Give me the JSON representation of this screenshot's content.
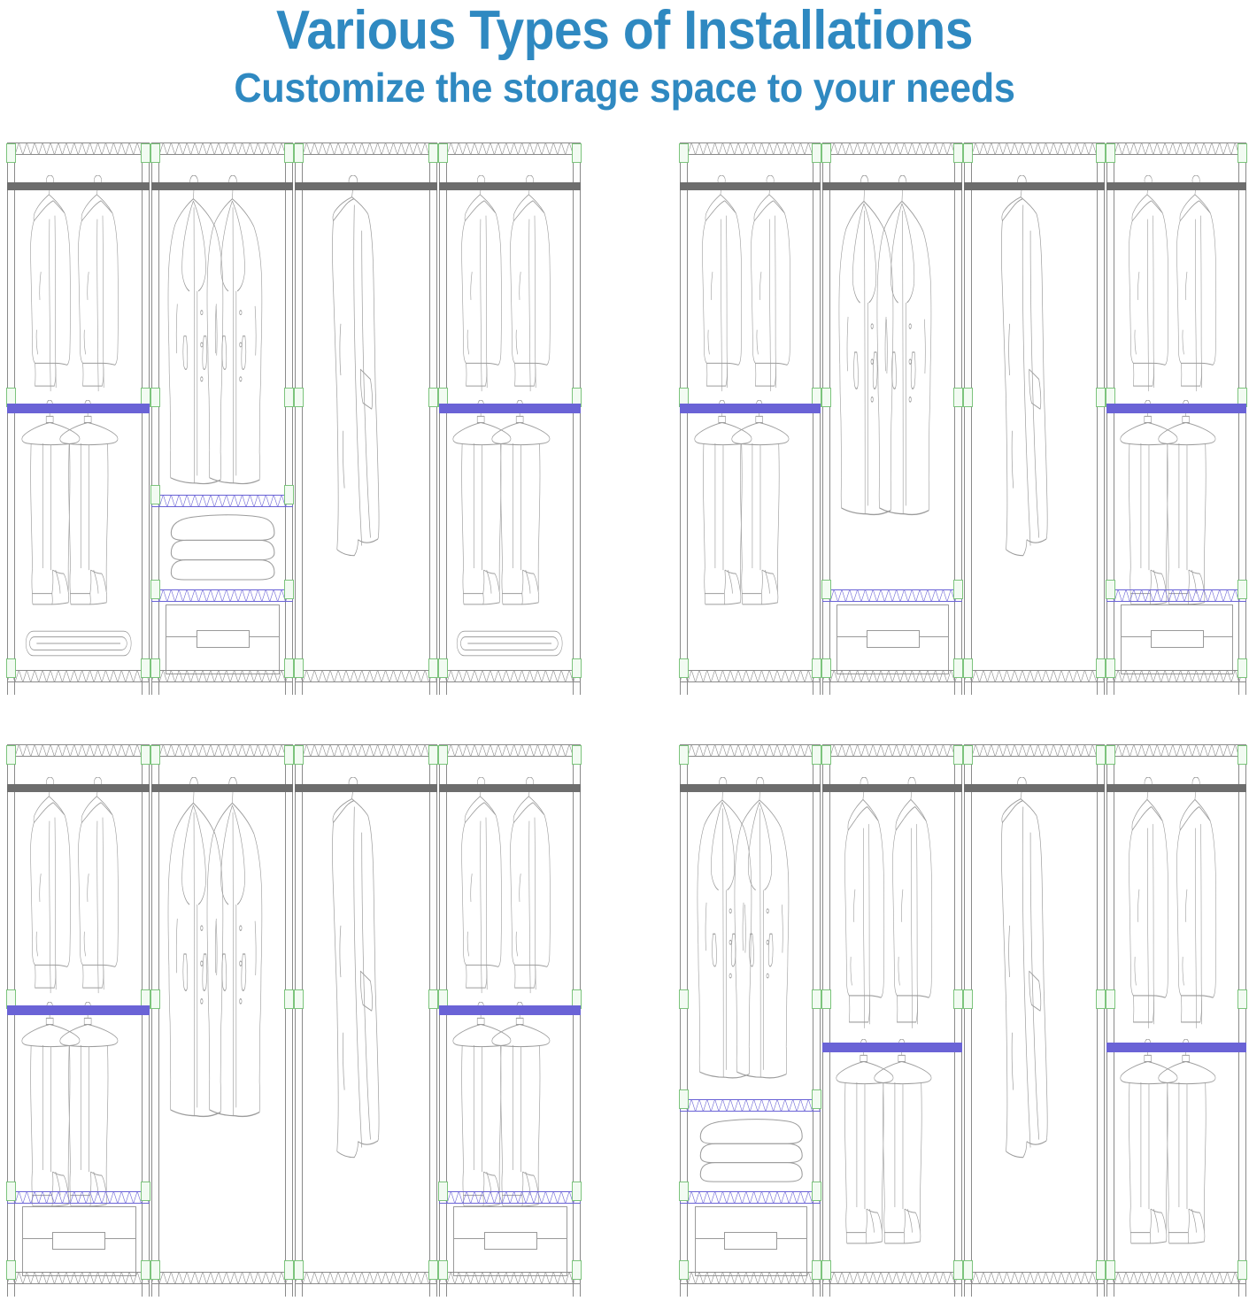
{
  "header": {
    "title": "Various Types of Installations",
    "subtitle": "Customize the storage space to your needs"
  },
  "colors": {
    "title_blue": "#2f89c1",
    "top_rod_gray": "#6d6d6d",
    "mid_rod_purple": "#6a63d6",
    "frame_gray": "#8a8a8a",
    "connector_green": "#7cc47c",
    "garment_outline": "#9c9c9c",
    "background": "#ffffff"
  },
  "diagram": {
    "kind": "closet-system-elevation-line-drawing",
    "unit_count": 4,
    "bays_per_unit": 4,
    "units": [
      {
        "name": "configuration-1",
        "position": "top-left",
        "bays": [
          {
            "name": "bay-1",
            "top_rod": "gray",
            "top_contents": "two-long-sleeve-shirts",
            "mid_rod": "purple",
            "mid_contents": "two-trousers-on-hangers",
            "bottom_contents": "rolled-towel",
            "shelves": [],
            "drawer": false
          },
          {
            "name": "bay-2",
            "top_rod": "gray",
            "top_contents": "two-long-coats",
            "mid_rod": "none",
            "mid_contents": "",
            "bottom_contents": "folded-towel-stack",
            "shelves": [
              "blue-truss-upper",
              "blue-truss-lower"
            ],
            "drawer": true
          },
          {
            "name": "bay-3",
            "top_rod": "gray",
            "top_contents": "one-long-dress",
            "mid_rod": "none",
            "mid_contents": "",
            "bottom_contents": "empty",
            "shelves": [],
            "drawer": false
          },
          {
            "name": "bay-4",
            "top_rod": "gray",
            "top_contents": "two-long-sleeve-shirts",
            "mid_rod": "purple",
            "mid_contents": "two-trousers-on-hangers",
            "bottom_contents": "rolled-towel",
            "shelves": [],
            "drawer": false
          }
        ]
      },
      {
        "name": "configuration-2",
        "position": "top-right",
        "bays": [
          {
            "name": "bay-1",
            "top_rod": "gray",
            "top_contents": "two-long-sleeve-shirts",
            "mid_rod": "purple",
            "mid_contents": "two-trousers-on-hangers",
            "bottom_contents": "empty",
            "shelves": [],
            "drawer": false
          },
          {
            "name": "bay-2",
            "top_rod": "gray",
            "top_contents": "two-long-coats",
            "mid_rod": "none",
            "mid_contents": "",
            "bottom_contents": "empty",
            "shelves": [
              "blue-truss-lower"
            ],
            "drawer": true
          },
          {
            "name": "bay-3",
            "top_rod": "gray",
            "top_contents": "one-long-dress",
            "mid_rod": "none",
            "mid_contents": "",
            "bottom_contents": "empty",
            "shelves": [],
            "drawer": false
          },
          {
            "name": "bay-4",
            "top_rod": "gray",
            "top_contents": "two-long-sleeve-shirts",
            "mid_rod": "purple",
            "mid_contents": "two-trousers-on-hangers",
            "bottom_contents": "empty",
            "shelves": [
              "blue-truss-lower"
            ],
            "drawer": true
          }
        ]
      },
      {
        "name": "configuration-3",
        "position": "bottom-left",
        "bays": [
          {
            "name": "bay-1",
            "top_rod": "gray",
            "top_contents": "two-long-sleeve-shirts",
            "mid_rod": "purple",
            "mid_contents": "two-trousers-on-hangers",
            "bottom_contents": "empty",
            "shelves": [
              "blue-truss-lower"
            ],
            "drawer": true
          },
          {
            "name": "bay-2",
            "top_rod": "gray",
            "top_contents": "two-long-coats",
            "mid_rod": "none",
            "mid_contents": "",
            "bottom_contents": "empty",
            "shelves": [],
            "drawer": false
          },
          {
            "name": "bay-3",
            "top_rod": "gray",
            "top_contents": "one-long-dress",
            "mid_rod": "none",
            "mid_contents": "",
            "bottom_contents": "empty",
            "shelves": [],
            "drawer": false
          },
          {
            "name": "bay-4",
            "top_rod": "gray",
            "top_contents": "two-long-sleeve-shirts",
            "mid_rod": "purple",
            "mid_contents": "two-trousers-on-hangers",
            "bottom_contents": "empty",
            "shelves": [
              "blue-truss-lower"
            ],
            "drawer": true
          }
        ]
      },
      {
        "name": "configuration-4",
        "position": "bottom-right",
        "bays": [
          {
            "name": "bay-1",
            "top_rod": "gray",
            "top_contents": "two-long-coats",
            "mid_rod": "none",
            "mid_contents": "",
            "bottom_contents": "folded-towel-stack",
            "shelves": [
              "blue-truss-upper",
              "blue-truss-lower"
            ],
            "drawer": true
          },
          {
            "name": "bay-2",
            "top_rod": "gray",
            "top_contents": "two-long-sleeve-shirts",
            "mid_rod": "purple-low",
            "mid_contents": "two-trousers-on-hangers",
            "bottom_contents": "empty",
            "shelves": [],
            "drawer": false
          },
          {
            "name": "bay-3",
            "top_rod": "gray",
            "top_contents": "one-long-dress",
            "mid_rod": "none",
            "mid_contents": "",
            "bottom_contents": "empty",
            "shelves": [],
            "drawer": false
          },
          {
            "name": "bay-4",
            "top_rod": "gray",
            "top_contents": "two-long-sleeve-shirts",
            "mid_rod": "purple-low",
            "mid_contents": "two-trousers-on-hangers",
            "bottom_contents": "empty",
            "shelves": [],
            "drawer": false
          }
        ]
      }
    ]
  }
}
